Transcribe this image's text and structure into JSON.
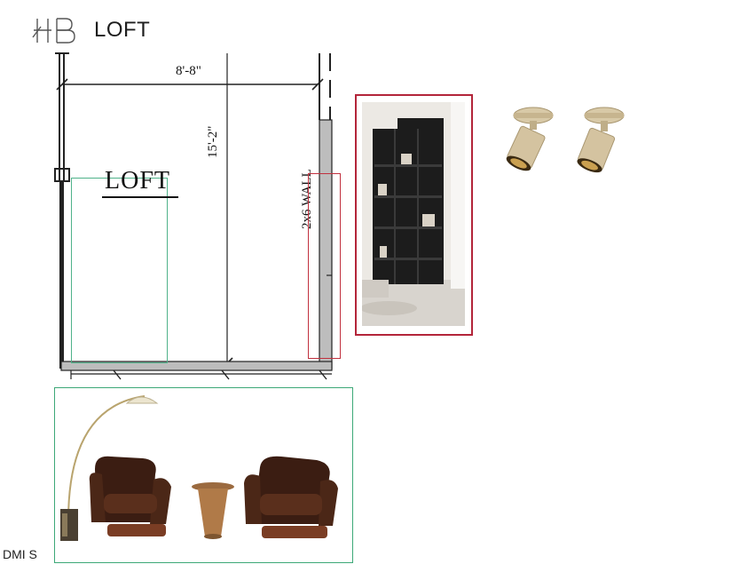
{
  "brand": {
    "logo_text": "HB",
    "title": "LOFT"
  },
  "plan": {
    "width_dimension": "8'-8\"",
    "length_dimension": "15'-2\"",
    "wall_label": "2x6 WALL",
    "room_label": "LOFT"
  },
  "highlights": {
    "room_zone_color": "#4fb28a",
    "wall_zone_color": "#c1313f",
    "shelf_frame_color": "#b3253a",
    "furniture_frame_color": "#3da877"
  },
  "images": {
    "shelving": "bookshelf-icon",
    "lights": "spotlight-icon",
    "furniture": "lounge-set-icon"
  },
  "footer": {
    "text": "DMI S"
  }
}
